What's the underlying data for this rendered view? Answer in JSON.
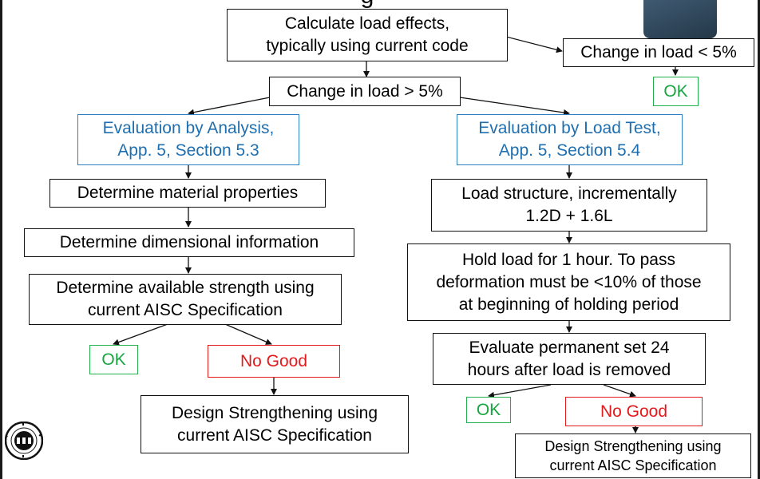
{
  "title_fragment": "g",
  "nodes": {
    "calculate": "Calculate load effects,\ntypically using current code",
    "change_lt": "Change in load < 5%",
    "ok_top": "OK",
    "change_gt": "Change in load > 5%",
    "eval_analysis": "Evaluation by Analysis,\nApp. 5, Section 5.3",
    "eval_load_test": "Evaluation by Load Test,\nApp. 5, Section 5.4",
    "material": "Determine material properties",
    "dimensional": "Determine dimensional information",
    "available_strength": "Determine available strength using\ncurrent AISC Specification",
    "ok_left": "OK",
    "no_good_left": "No Good",
    "design_left": "Design Strengthening using\ncurrent AISC Specification",
    "load_structure": "Load structure, incrementally\n1.2D + 1.6L",
    "hold_load": "Hold load for 1 hour. To pass\ndeformation must be <10% of those\nat beginning of holding period",
    "permanent_set": "Evaluate permanent set 24\nhours after load is removed",
    "ok_right": "OK",
    "no_good_right": "No Good",
    "design_right": "Design Strengthening using\ncurrent AISC Specification"
  },
  "colors": {
    "blue": "#1f6fb0",
    "green": "#16a640",
    "red": "#e31a1c"
  },
  "icons": [
    "aisc-seal-icon"
  ]
}
